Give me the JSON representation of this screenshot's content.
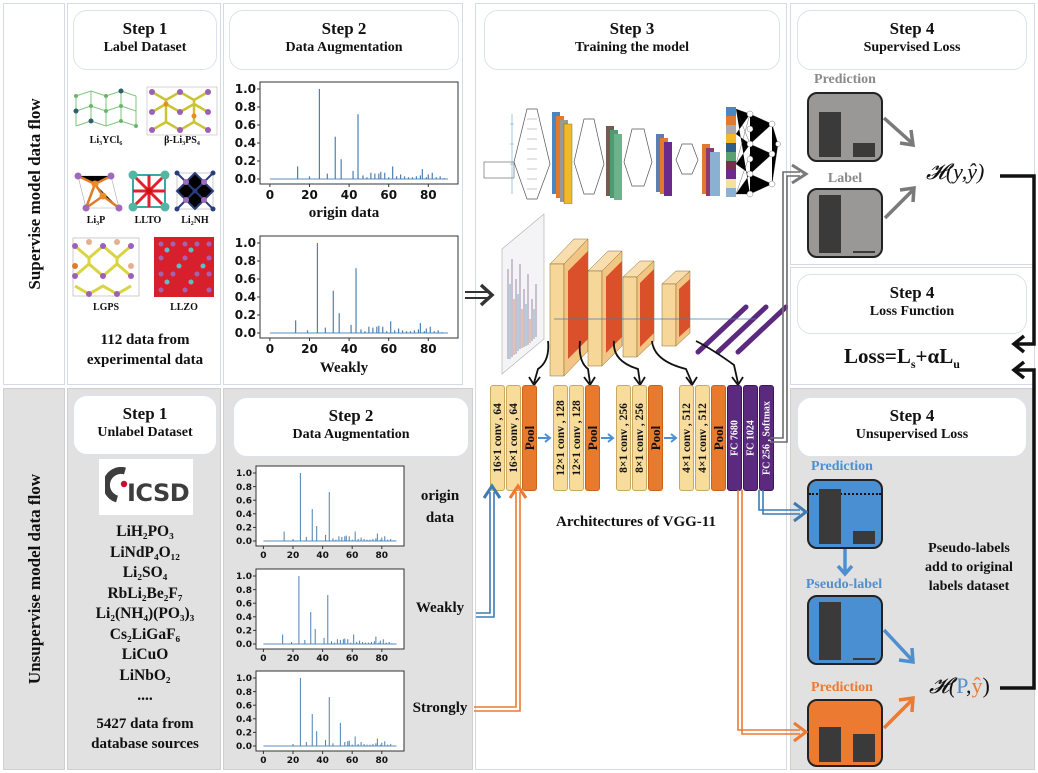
{
  "rows": {
    "supervised_label": "Supervise model data flow",
    "unsupervised_label": "Unsupervise model data flow"
  },
  "supervised": {
    "step1": {
      "step": "Step 1",
      "title": "Label Dataset",
      "materials": [
        "Li₃YCl₆",
        "β-Li₃PS₄",
        "Li₃P",
        "LLTO",
        "Li₂NH",
        "LGPS",
        "LLZO"
      ],
      "footer_line1": "112 data from",
      "footer_line2": "experimental data"
    },
    "step2": {
      "step": "Step 2",
      "title": "Data Augmentation",
      "plot1_caption": "origin data",
      "plot2_caption": "Weakly"
    },
    "step3": {
      "step": "Step 3",
      "title": "Training the model"
    },
    "step4_loss": {
      "step": "Step 4",
      "title": "Supervised Loss",
      "prediction_label": "Prediction",
      "label_label": "Label",
      "prediction_bars": [
        0.78,
        0.25
      ],
      "label_bars": [
        1.0,
        0.04
      ],
      "formula": "𝓗(y,ŷ)"
    },
    "step4_function": {
      "step": "Step 4",
      "title": "Loss Function",
      "formula_prefix": "Loss=L",
      "formula_sub_s": "s",
      "formula_mid": "+αL",
      "formula_sub_u": "u"
    }
  },
  "unsupervised": {
    "step1": {
      "step": "Step 1",
      "title": "Unlabel Dataset",
      "logo_text": "ICSD",
      "compounds": [
        "LiH₂PO₃",
        "LiNdP₄O₁₂",
        "Li₂SO₄",
        "RbLi₂Be₂F₇",
        "Li₂(NH₄)(PO₃)₃",
        "Cs₂LiGaF₆",
        "LiCuO",
        "LiNbO₂",
        "...."
      ],
      "footer_line1": "5427 data from",
      "footer_line2": "database sources"
    },
    "step2": {
      "step": "Step 2",
      "title": "Data Augmentation",
      "plot1_caption_line1": "origin",
      "plot1_caption_line2": "data",
      "plot2_caption": "Weakly",
      "plot3_caption": "Strongly"
    },
    "vgg_caption": "Architectures of VGG-11",
    "vgg_blocks": [
      {
        "label": "16×1 conv , 64",
        "kind": "conv"
      },
      {
        "label": "16×1 conv , 64",
        "kind": "conv"
      },
      {
        "label": "Pool",
        "kind": "pool"
      },
      {
        "label": "12×1 conv , 128",
        "kind": "conv"
      },
      {
        "label": "12×1 conv , 128",
        "kind": "conv"
      },
      {
        "label": "Pool",
        "kind": "pool"
      },
      {
        "label": "8×1 conv , 256",
        "kind": "conv"
      },
      {
        "label": "8×1 conv , 256",
        "kind": "conv"
      },
      {
        "label": "Pool",
        "kind": "pool"
      },
      {
        "label": "4×1 conv , 512",
        "kind": "conv"
      },
      {
        "label": "4×1 conv , 512",
        "kind": "conv"
      },
      {
        "label": "Pool",
        "kind": "pool"
      },
      {
        "label": "FC  7680",
        "kind": "fc"
      },
      {
        "label": "FC  1024",
        "kind": "fc"
      },
      {
        "label": "FC 256 , Softmax",
        "kind": "fc"
      }
    ],
    "step4": {
      "step": "Step 4",
      "title": "Unsupervised Loss",
      "prediction_weak_label": "Prediction",
      "pseudo_label": "Pseudo-label",
      "prediction_strong_label": "Prediction",
      "note_line1": "Pseudo-labels",
      "note_line2": "add to original",
      "note_line3": "labels dataset",
      "weak_bars": [
        0.95,
        0.22
      ],
      "pseudo_bars": [
        1.0,
        0.04
      ],
      "strong_bars": [
        0.62,
        0.5
      ],
      "formula_h": "𝓗(",
      "formula_p": "P",
      "formula_comma": ",",
      "formula_y": "ŷ",
      "formula_close": ")"
    }
  },
  "colors": {
    "weak_blue": "#3d7bb5",
    "strong_orange": "#ec7a30",
    "pred_gray": "#8a8a8a",
    "light_blue_text": "#4f8fcf",
    "fc_purple": "#5b2a7e",
    "conv_yellow": "#f6dc9a",
    "pool_orange": "#e87a2e"
  },
  "chart_data": [
    {
      "type": "bar",
      "title": "origin data (supervised)",
      "xlabel": "",
      "ylabel": "",
      "xlim": [
        0,
        90
      ],
      "ylim": [
        0,
        1.0
      ],
      "xticks": [
        0,
        20,
        40,
        60,
        80
      ],
      "yticks": [
        "0.0",
        "0.2",
        "0.4",
        "0.6",
        "0.8",
        "1.0"
      ],
      "x": [
        14,
        20,
        25,
        29,
        33,
        36,
        42,
        44.5,
        47,
        49,
        51,
        53,
        55,
        56,
        58,
        60,
        62,
        64,
        66,
        68,
        70,
        72,
        74,
        76,
        77,
        79,
        80,
        82,
        84,
        86,
        88
      ],
      "values": [
        0.14,
        0.03,
        1.0,
        0.06,
        0.47,
        0.22,
        0.09,
        0.72,
        0.04,
        0.02,
        0.07,
        0.06,
        0.06,
        0.08,
        0.07,
        0.02,
        0.14,
        0.03,
        0.05,
        0.03,
        0.02,
        0.02,
        0.03,
        0.04,
        0.11,
        0.02,
        0.05,
        0.07,
        0.02,
        0.03,
        0.01
      ]
    },
    {
      "type": "bar",
      "title": "Weakly (supervised)",
      "xlim": [
        0,
        90
      ],
      "ylim": [
        0,
        1.0
      ],
      "xticks": [
        0,
        20,
        40,
        60,
        80
      ],
      "yticks": [
        "0.0",
        "0.2",
        "0.4",
        "0.6",
        "0.8",
        "1.0"
      ],
      "x": [
        13,
        19,
        24,
        28,
        32,
        35,
        41,
        43.5,
        46,
        48,
        50,
        52,
        54,
        55,
        57,
        59,
        61,
        63,
        65,
        67,
        69,
        71,
        73,
        75,
        76,
        78,
        79,
        81,
        83,
        85,
        87
      ],
      "values": [
        0.14,
        0.03,
        1.0,
        0.06,
        0.47,
        0.22,
        0.09,
        0.72,
        0.04,
        0.02,
        0.07,
        0.06,
        0.07,
        0.08,
        0.07,
        0.02,
        0.13,
        0.03,
        0.05,
        0.03,
        0.02,
        0.02,
        0.03,
        0.04,
        0.11,
        0.02,
        0.05,
        0.07,
        0.02,
        0.03,
        0.01
      ]
    },
    {
      "type": "bar",
      "title": "origin data (unsupervised)",
      "xlim": [
        0,
        90
      ],
      "ylim": [
        0,
        1.0
      ],
      "xticks": [
        0,
        20,
        40,
        60,
        80
      ],
      "yticks": [
        "0.0",
        "0.2",
        "0.4",
        "0.6",
        "0.8",
        "1.0"
      ],
      "x": [
        14,
        20,
        25,
        29,
        33,
        36,
        42,
        44.5,
        47,
        49,
        51,
        53,
        55,
        56,
        58,
        60,
        62,
        64,
        66,
        68,
        70,
        72,
        74,
        76,
        77,
        79,
        80,
        82,
        84,
        86,
        88
      ],
      "values": [
        0.14,
        0.03,
        1.0,
        0.06,
        0.47,
        0.22,
        0.09,
        0.72,
        0.04,
        0.02,
        0.07,
        0.06,
        0.07,
        0.08,
        0.07,
        0.02,
        0.14,
        0.03,
        0.05,
        0.03,
        0.02,
        0.02,
        0.03,
        0.04,
        0.11,
        0.02,
        0.05,
        0.07,
        0.02,
        0.03,
        0.01
      ]
    },
    {
      "type": "bar",
      "title": "Weakly (unsupervised)",
      "xlim": [
        0,
        90
      ],
      "ylim": [
        0,
        1.0
      ],
      "xticks": [
        0,
        20,
        40,
        60,
        80
      ],
      "yticks": [
        "0.0",
        "0.2",
        "0.4",
        "0.6",
        "0.8",
        "1.0"
      ],
      "x": [
        13,
        19,
        24,
        28,
        32,
        35,
        41,
        43.5,
        46,
        48,
        50,
        52,
        54,
        55,
        57,
        59,
        61,
        63,
        65,
        67,
        69,
        71,
        73,
        75,
        76,
        78,
        79,
        81,
        83,
        85,
        87
      ],
      "values": [
        0.14,
        0.03,
        1.0,
        0.06,
        0.47,
        0.22,
        0.09,
        0.72,
        0.04,
        0.02,
        0.07,
        0.06,
        0.07,
        0.08,
        0.07,
        0.02,
        0.14,
        0.03,
        0.05,
        0.03,
        0.02,
        0.02,
        0.03,
        0.04,
        0.11,
        0.02,
        0.05,
        0.07,
        0.02,
        0.03,
        0.01
      ]
    },
    {
      "type": "bar",
      "title": "Strongly (unsupervised)",
      "xlim": [
        0,
        90
      ],
      "ylim": [
        0,
        1.0
      ],
      "xticks": [
        0,
        20,
        40,
        60,
        80
      ],
      "yticks": [
        "0.0",
        "0.2",
        "0.4",
        "0.6",
        "0.8",
        "1.0"
      ],
      "x": [
        20,
        25,
        29,
        33,
        36,
        42,
        44.5,
        47,
        52,
        55,
        57,
        58,
        60,
        62,
        64,
        66,
        68,
        70,
        72,
        74,
        76,
        77,
        79,
        80,
        82,
        84,
        86
      ],
      "values": [
        0.03,
        1.0,
        0.06,
        0.47,
        0.22,
        0.09,
        0.72,
        0.04,
        0.34,
        0.06,
        0.07,
        0.08,
        0.02,
        0.14,
        0.03,
        0.06,
        0.03,
        0.02,
        0.02,
        0.03,
        0.04,
        0.11,
        0.02,
        0.05,
        0.07,
        0.02,
        0.03
      ]
    }
  ]
}
